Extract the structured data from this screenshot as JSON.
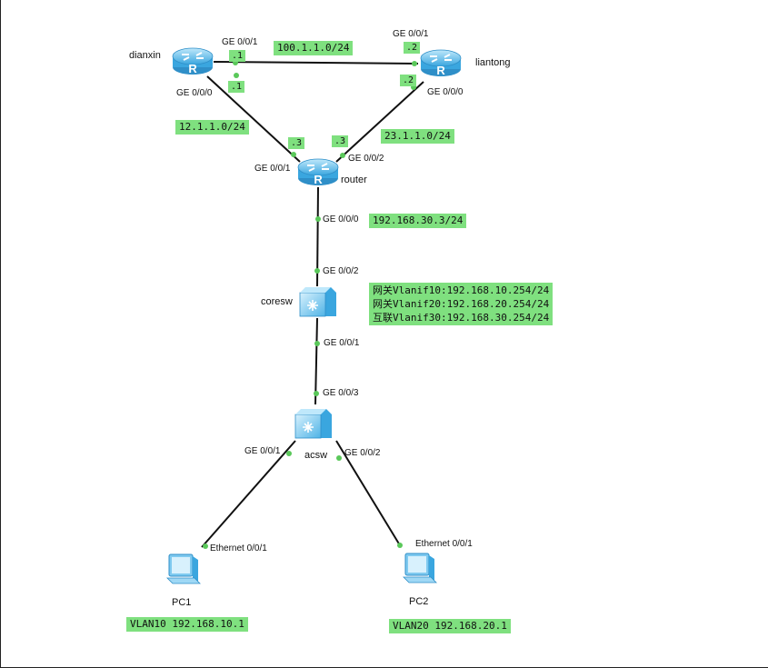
{
  "devices": {
    "dianxin": "dianxin",
    "liantong": "liantong",
    "router": "router",
    "coresw": "coresw",
    "acsw": "acsw",
    "pc1": "PC1",
    "pc2": "PC2"
  },
  "ports": {
    "dianxin_ge001": "GE 0/0/1",
    "dianxin_ge000": "GE 0/0/0",
    "liantong_ge001": "GE 0/0/1",
    "liantong_ge000": "GE 0/0/0",
    "router_ge001": "GE 0/0/1",
    "router_ge002": "GE 0/0/2",
    "router_ge000": "GE 0/0/0",
    "coresw_ge002": "GE 0/0/2",
    "coresw_ge001": "GE 0/0/1",
    "acsw_ge003": "GE 0/0/3",
    "acsw_ge001": "GE 0/0/1",
    "acsw_ge002": "GE 0/0/2",
    "pc1_eth": "Ethernet 0/0/1",
    "pc2_eth": "Ethernet 0/0/1"
  },
  "host_ids": {
    "dianxin_top": ".1",
    "dianxin_bottom": ".1",
    "liantong_top": ".2",
    "liantong_bottom": ".2",
    "router_left": ".3",
    "router_right": ".3"
  },
  "subnets": {
    "top": "100.1.1.0/24",
    "left": "12.1.1.0/24",
    "right": "23.1.1.0/24",
    "router_down": "192.168.30.3/24"
  },
  "gateway_lines": [
    "网关Vlanif10:192.168.10.254/24",
    "网关Vlanif20:192.168.20.254/24",
    "互联Vlanif30:192.168.30.254/24"
  ],
  "pc_labels": {
    "pc1": "VLAN10 192.168.10.1",
    "pc2": "VLAN20 192.168.20.1"
  },
  "colors": {
    "label_bg": "#7fe07f",
    "link": "#111111",
    "port_dot": "#5ac85a",
    "device_blue": "#55b8e8"
  },
  "icons": [
    "router-icon",
    "switch-icon",
    "pc-icon"
  ]
}
